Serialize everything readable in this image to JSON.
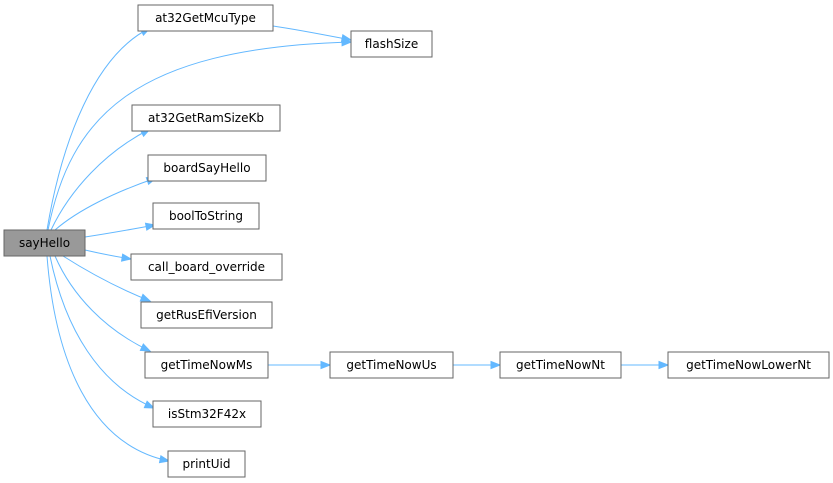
{
  "colors": {
    "edge": "#63b8ff",
    "root_fill": "#999999",
    "node_fill": "#ffffff",
    "node_stroke": "#666666"
  },
  "nodes": [
    {
      "id": "sayHello",
      "label": "sayHello",
      "root": true
    },
    {
      "id": "at32GetMcuType",
      "label": "at32GetMcuType"
    },
    {
      "id": "flashSize",
      "label": "flashSize"
    },
    {
      "id": "at32GetRamSizeKb",
      "label": "at32GetRamSizeKb"
    },
    {
      "id": "boardSayHello",
      "label": "boardSayHello"
    },
    {
      "id": "boolToString",
      "label": "boolToString"
    },
    {
      "id": "call_board_override",
      "label": "call_board_override"
    },
    {
      "id": "getRusEfiVersion",
      "label": "getRusEfiVersion"
    },
    {
      "id": "getTimeNowMs",
      "label": "getTimeNowMs"
    },
    {
      "id": "getTimeNowUs",
      "label": "getTimeNowUs"
    },
    {
      "id": "getTimeNowNt",
      "label": "getTimeNowNt"
    },
    {
      "id": "getTimeNowLowerNt",
      "label": "getTimeNowLowerNt"
    },
    {
      "id": "isStm32F42x",
      "label": "isStm32F42x"
    },
    {
      "id": "printUid",
      "label": "printUid"
    }
  ],
  "edges": [
    {
      "from": "sayHello",
      "to": "at32GetMcuType"
    },
    {
      "from": "sayHello",
      "to": "flashSize"
    },
    {
      "from": "sayHello",
      "to": "at32GetRamSizeKb"
    },
    {
      "from": "sayHello",
      "to": "boardSayHello"
    },
    {
      "from": "sayHello",
      "to": "boolToString"
    },
    {
      "from": "sayHello",
      "to": "call_board_override"
    },
    {
      "from": "sayHello",
      "to": "getRusEfiVersion"
    },
    {
      "from": "sayHello",
      "to": "getTimeNowMs"
    },
    {
      "from": "sayHello",
      "to": "isStm32F42x"
    },
    {
      "from": "sayHello",
      "to": "printUid"
    },
    {
      "from": "at32GetMcuType",
      "to": "flashSize"
    },
    {
      "from": "getTimeNowMs",
      "to": "getTimeNowUs"
    },
    {
      "from": "getTimeNowUs",
      "to": "getTimeNowNt"
    },
    {
      "from": "getTimeNowNt",
      "to": "getTimeNowLowerNt"
    }
  ]
}
